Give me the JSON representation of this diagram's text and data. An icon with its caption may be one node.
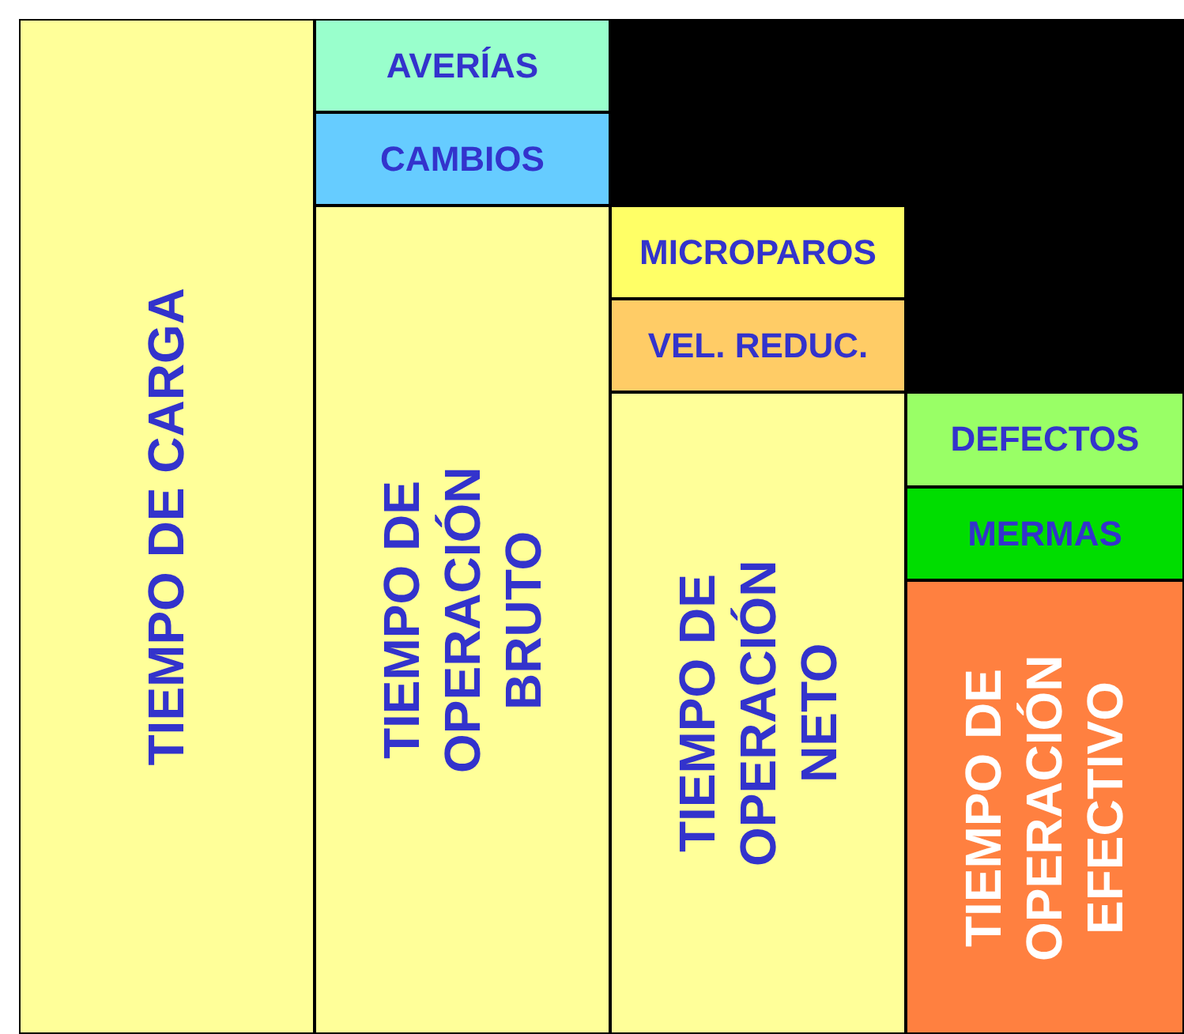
{
  "diagram": {
    "nodes": [
      {
        "text": [
          "TIEMPO DE CARGA"
        ]
      },
      {
        "text": [
          "AVERÍAS"
        ]
      },
      {
        "text": [
          "CAMBIOS"
        ]
      },
      {
        "text": [
          "TIEMPO DE OPERACIÓN BRUTO"
        ]
      },
      {
        "text": [
          "MICROPAROS"
        ]
      },
      {
        "text": [
          "VEL. REDUC."
        ]
      },
      {
        "text": [
          "TIEMPO DE OPERACIÓN NETO"
        ]
      },
      {
        "text": [
          "DEFECTOS"
        ]
      },
      {
        "text": [
          "MERMAS"
        ]
      },
      {
        "text": [
          "TIEMPO DE OPERACIÓN EFECTIVO"
        ]
      },
      {
        "text": [],
        "shape": "box"
      }
    ]
  }
}
